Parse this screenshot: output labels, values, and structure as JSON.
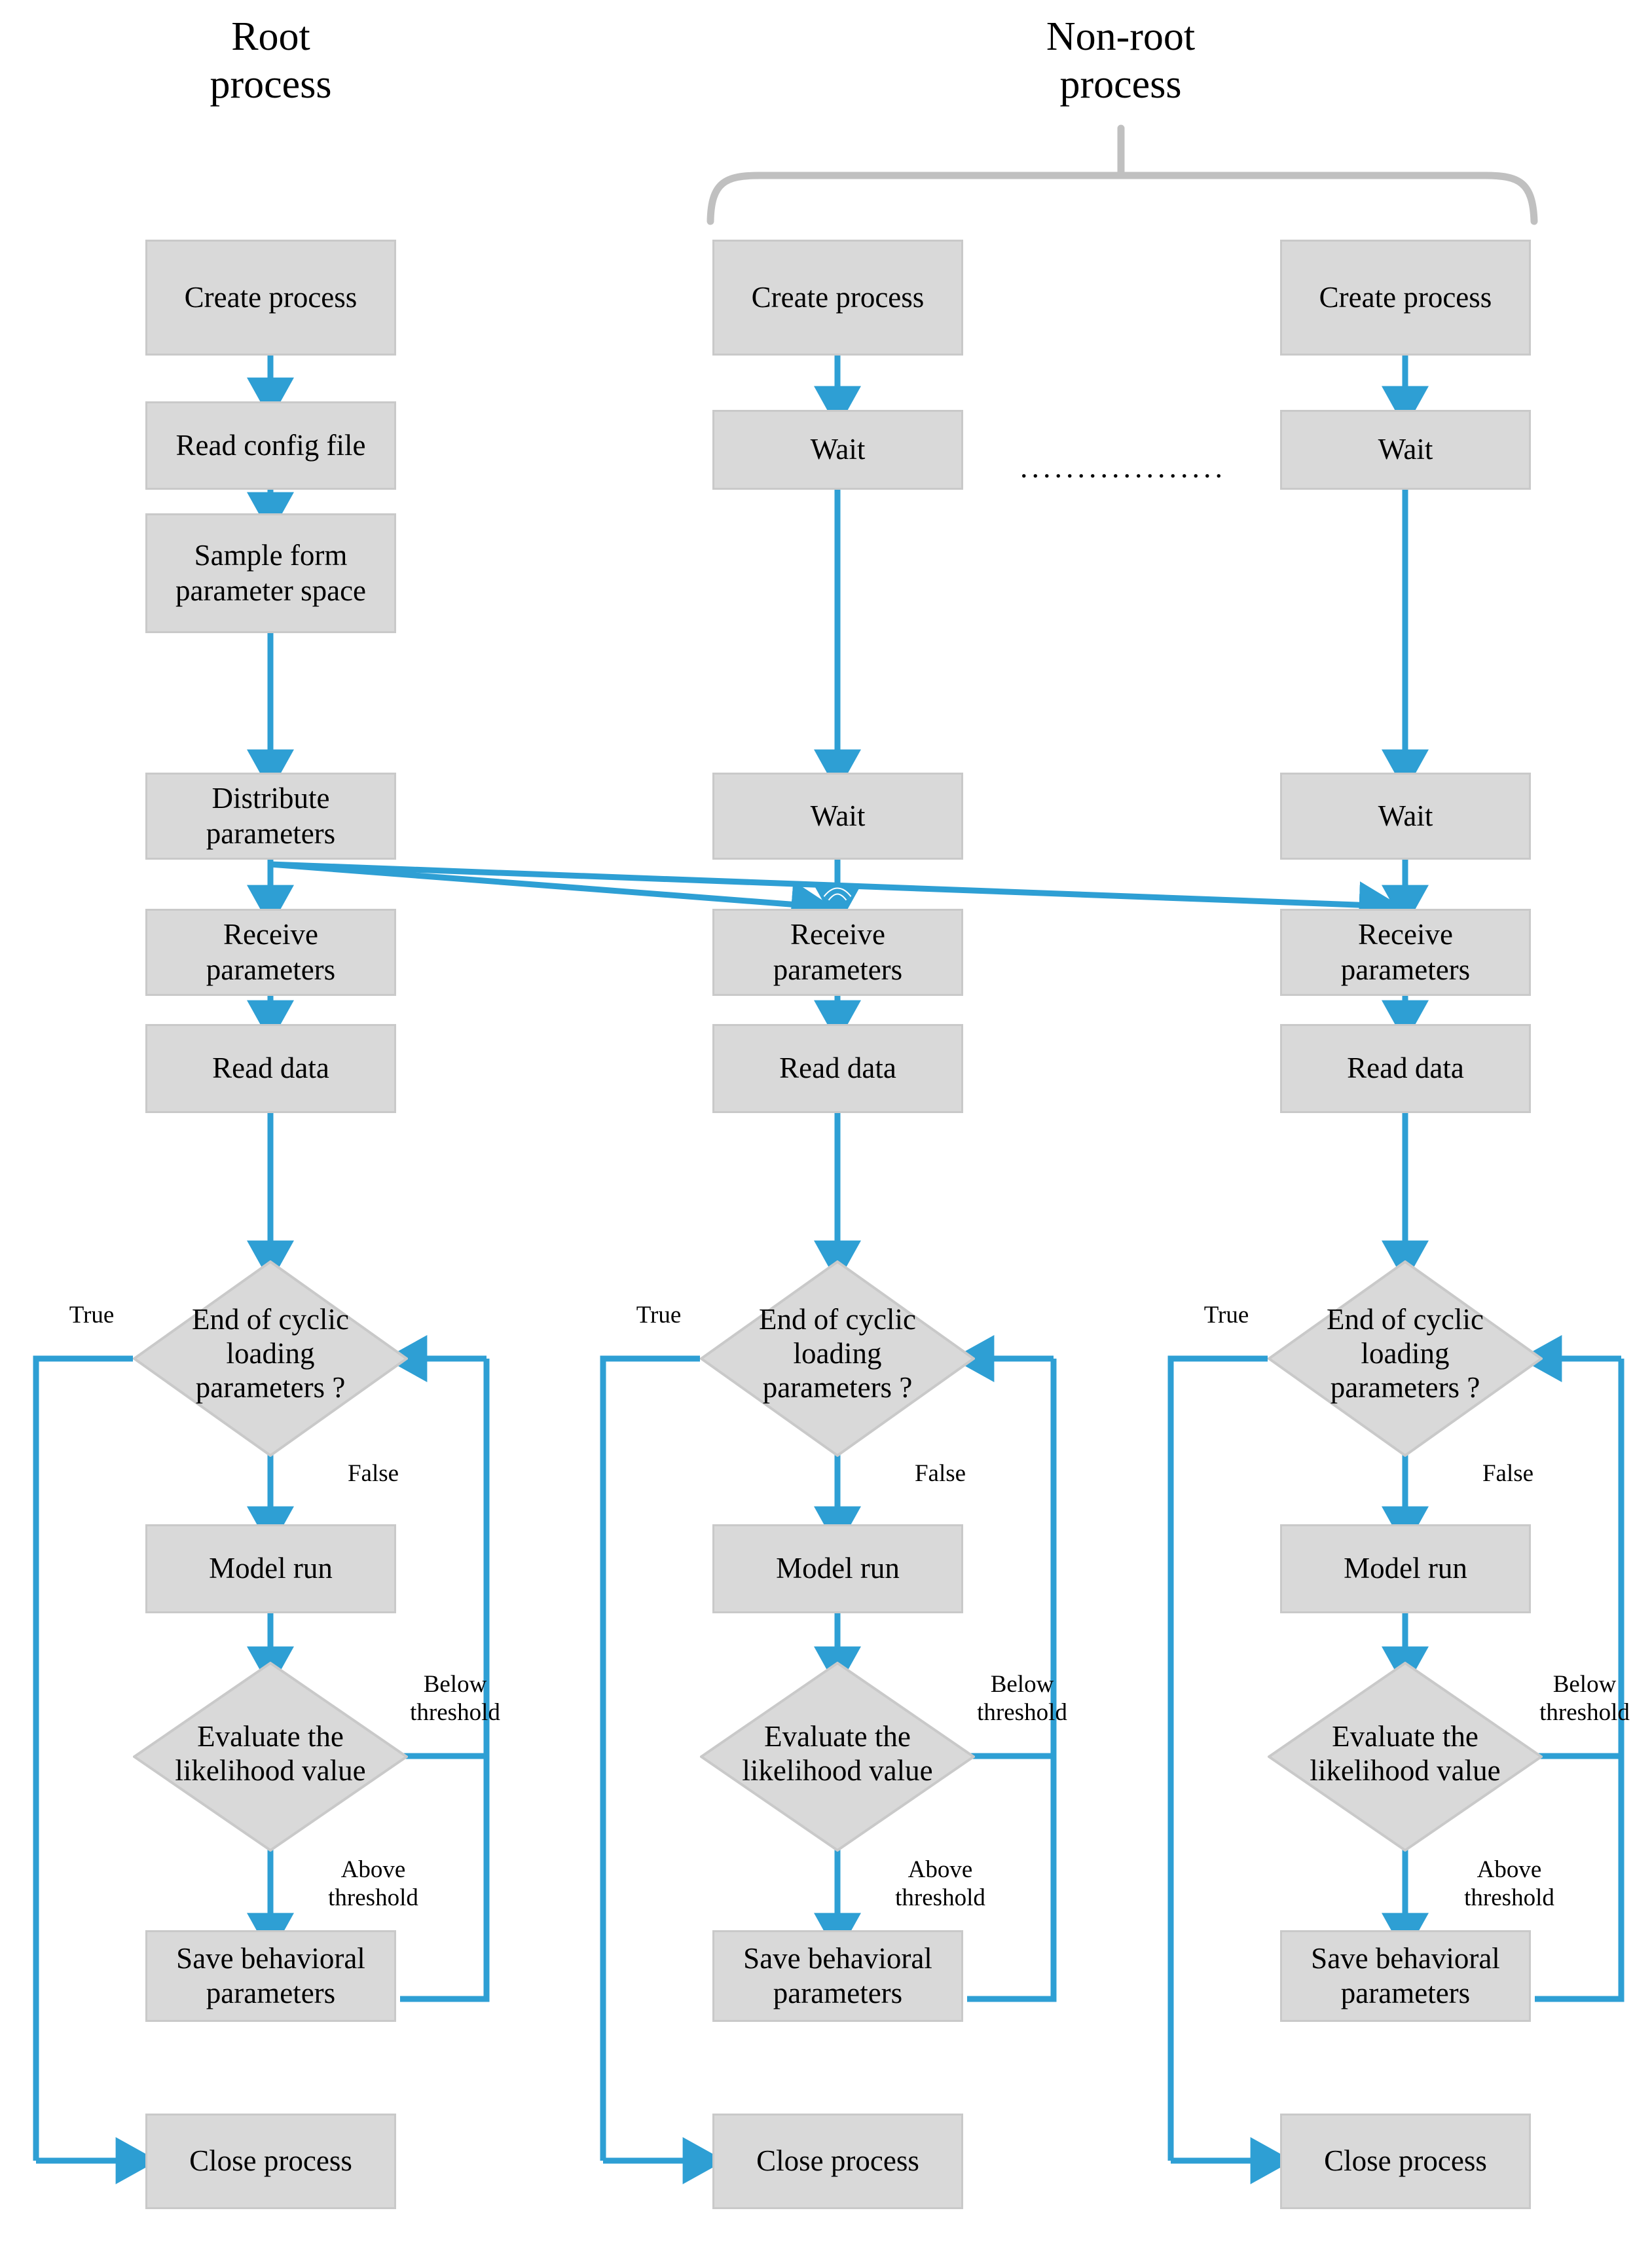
{
  "diagram": {
    "title_root": "Root\nprocess",
    "title_nonroot": "Non-root\nprocess",
    "ellipsis": "..................",
    "accent_color": "#2e9fd4",
    "node_fill": "#d9d9d9",
    "node_border": "#c9c9c9",
    "brace_color": "#c0c0c0"
  },
  "columns": [
    {
      "id": "root",
      "header": "Root\nprocess",
      "nodes": [
        {
          "name": "create-process",
          "label": "Create process",
          "shape": "rect"
        },
        {
          "name": "read-config-file",
          "label": "Read config file",
          "shape": "rect"
        },
        {
          "name": "sample-form-parameter-space",
          "label": "Sample form\nparameter space",
          "shape": "rect"
        },
        {
          "name": "distribute-parameters",
          "label": "Distribute\nparameters",
          "shape": "rect"
        },
        {
          "name": "receive-parameters",
          "label": "Receive\nparameters",
          "shape": "rect"
        },
        {
          "name": "read-data",
          "label": "Read data",
          "shape": "rect"
        },
        {
          "name": "end-of-cyclic-loading-parameters",
          "label": "End of cyclic\nloading\nparameters ?",
          "shape": "diamond"
        },
        {
          "name": "model-run",
          "label": "Model run",
          "shape": "rect"
        },
        {
          "name": "evaluate-the-likelihood-value",
          "label": "Evaluate the\nlikelihood value",
          "shape": "diamond"
        },
        {
          "name": "save-behavioral-parameters",
          "label": "Save behavioral\nparameters",
          "shape": "rect"
        },
        {
          "name": "close-process",
          "label": "Close process",
          "shape": "rect"
        }
      ],
      "edge_labels": [
        {
          "name": "edge-label-true",
          "text": "True"
        },
        {
          "name": "edge-label-false",
          "text": "False"
        },
        {
          "name": "edge-label-below-threshold",
          "text": "Below\nthreshold"
        },
        {
          "name": "edge-label-above-threshold",
          "text": "Above\nthreshold"
        }
      ]
    },
    {
      "id": "nonroot-left",
      "header": "",
      "nodes": [
        {
          "name": "create-process",
          "label": "Create process",
          "shape": "rect"
        },
        {
          "name": "wait-1",
          "label": "Wait",
          "shape": "rect"
        },
        {
          "name": "wait-2",
          "label": "Wait",
          "shape": "rect"
        },
        {
          "name": "receive-parameters",
          "label": "Receive\nparameters",
          "shape": "rect"
        },
        {
          "name": "read-data",
          "label": "Read data",
          "shape": "rect"
        },
        {
          "name": "end-of-cyclic-loading-parameters",
          "label": "End of cyclic\nloading\nparameters ?",
          "shape": "diamond"
        },
        {
          "name": "model-run",
          "label": "Model run",
          "shape": "rect"
        },
        {
          "name": "evaluate-the-likelihood-value",
          "label": "Evaluate the\nlikelihood value",
          "shape": "diamond"
        },
        {
          "name": "save-behavioral-parameters",
          "label": "Save behavioral\nparameters",
          "shape": "rect"
        },
        {
          "name": "close-process",
          "label": "Close process",
          "shape": "rect"
        }
      ],
      "edge_labels": [
        {
          "name": "edge-label-true",
          "text": "True"
        },
        {
          "name": "edge-label-false",
          "text": "False"
        },
        {
          "name": "edge-label-below-threshold",
          "text": "Below\nthreshold"
        },
        {
          "name": "edge-label-above-threshold",
          "text": "Above\nthreshold"
        }
      ]
    },
    {
      "id": "nonroot-right",
      "header": "",
      "nodes": [
        {
          "name": "create-process",
          "label": "Create process",
          "shape": "rect"
        },
        {
          "name": "wait-1",
          "label": "Wait",
          "shape": "rect"
        },
        {
          "name": "wait-2",
          "label": "Wait",
          "shape": "rect"
        },
        {
          "name": "receive-parameters",
          "label": "Receive\nparameters",
          "shape": "rect"
        },
        {
          "name": "read-data",
          "label": "Read data",
          "shape": "rect"
        },
        {
          "name": "end-of-cyclic-loading-parameters",
          "label": "End of cyclic\nloading\nparameters ?",
          "shape": "diamond"
        },
        {
          "name": "model-run",
          "label": "Model run",
          "shape": "rect"
        },
        {
          "name": "evaluate-the-likelihood-value",
          "label": "Evaluate the\nlikelihood value",
          "shape": "diamond"
        },
        {
          "name": "save-behavioral-parameters",
          "label": "Save behavioral\nparameters",
          "shape": "rect"
        },
        {
          "name": "close-process",
          "label": "Close process",
          "shape": "rect"
        }
      ],
      "edge_labels": [
        {
          "name": "edge-label-true",
          "text": "True"
        },
        {
          "name": "edge-label-false",
          "text": "False"
        },
        {
          "name": "edge-label-below-threshold",
          "text": "Below\nthreshold"
        },
        {
          "name": "edge-label-above-threshold",
          "text": "Above\nthreshold"
        }
      ]
    }
  ]
}
